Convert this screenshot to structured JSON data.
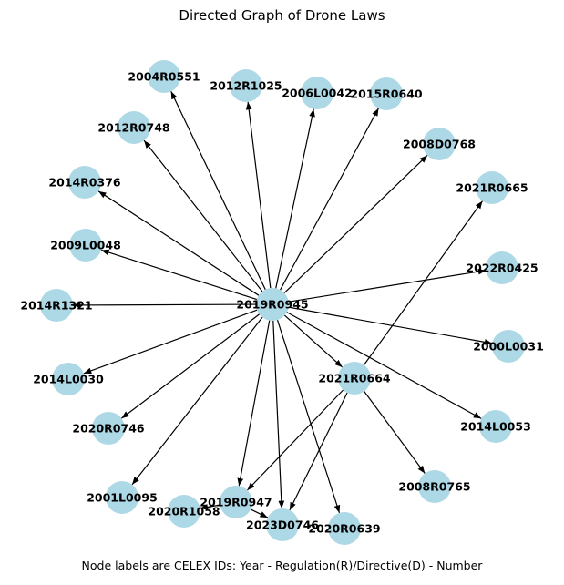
{
  "title": "Directed Graph of Drone Laws",
  "footer": "Node labels are CELEX IDs: Year - Regulation(R)/Directive(D) - Number",
  "nodes": [
    {
      "id": "2019R0945"
    },
    {
      "id": "2021R0664"
    },
    {
      "id": "2004R0551"
    },
    {
      "id": "2012R1025"
    },
    {
      "id": "2006L0042"
    },
    {
      "id": "2015R0640"
    },
    {
      "id": "2012R0748"
    },
    {
      "id": "2008D0768"
    },
    {
      "id": "2014R0376"
    },
    {
      "id": "2021R0665"
    },
    {
      "id": "2009L0048"
    },
    {
      "id": "2022R0425"
    },
    {
      "id": "2014R1321"
    },
    {
      "id": "2000L0031"
    },
    {
      "id": "2014L0030"
    },
    {
      "id": "2014L0053"
    },
    {
      "id": "2020R0746"
    },
    {
      "id": "2008R0765"
    },
    {
      "id": "2001L0095"
    },
    {
      "id": "2019R0947"
    },
    {
      "id": "2020R1058"
    },
    {
      "id": "2023D0746"
    },
    {
      "id": "2020R0639"
    }
  ],
  "edges": [
    {
      "from": "2019R0945",
      "to": "2004R0551"
    },
    {
      "from": "2019R0945",
      "to": "2012R1025"
    },
    {
      "from": "2019R0945",
      "to": "2006L0042"
    },
    {
      "from": "2019R0945",
      "to": "2015R0640"
    },
    {
      "from": "2019R0945",
      "to": "2012R0748"
    },
    {
      "from": "2019R0945",
      "to": "2008D0768"
    },
    {
      "from": "2019R0945",
      "to": "2014R0376"
    },
    {
      "from": "2019R0945",
      "to": "2009L0048"
    },
    {
      "from": "2019R0945",
      "to": "2022R0425"
    },
    {
      "from": "2019R0945",
      "to": "2014R1321"
    },
    {
      "from": "2019R0945",
      "to": "2000L0031"
    },
    {
      "from": "2019R0945",
      "to": "2014L0030"
    },
    {
      "from": "2019R0945",
      "to": "2021R0664"
    },
    {
      "from": "2019R0945",
      "to": "2014L0053"
    },
    {
      "from": "2019R0945",
      "to": "2020R0746"
    },
    {
      "from": "2019R0945",
      "to": "2001L0095"
    },
    {
      "from": "2019R0945",
      "to": "2019R0947"
    },
    {
      "from": "2019R0945",
      "to": "2023D0746"
    },
    {
      "from": "2019R0945",
      "to": "2020R0639"
    },
    {
      "from": "2021R0664",
      "to": "2021R0665"
    },
    {
      "from": "2021R0664",
      "to": "2008R0765"
    },
    {
      "from": "2021R0664",
      "to": "2019R0947"
    },
    {
      "from": "2021R0664",
      "to": "2023D0746"
    },
    {
      "from": "2019R0947",
      "to": "2023D0746"
    },
    {
      "from": "2019R0947",
      "to": "2020R1058"
    }
  ]
}
